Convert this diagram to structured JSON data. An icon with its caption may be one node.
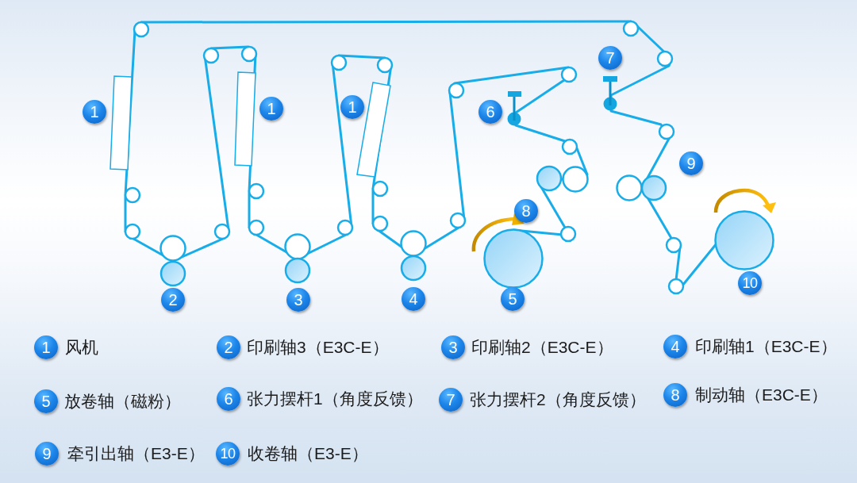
{
  "diagram": {
    "nodes": [
      {
        "text": [
          "1"
        ]
      },
      {
        "text": [
          "2"
        ]
      },
      {
        "text": [
          "1"
        ]
      },
      {
        "text": [
          "3"
        ]
      },
      {
        "text": [
          "1"
        ]
      },
      {
        "text": [
          "4"
        ]
      },
      {
        "text": [
          "6"
        ]
      },
      {
        "text": [
          "5"
        ]
      },
      {
        "text": [
          "8"
        ]
      },
      {
        "text": [
          "7"
        ]
      },
      {
        "text": [
          "9"
        ]
      },
      {
        "text": [
          "10"
        ]
      },
      {
        "text": [
          "1"
        ],
        "beside": [
          "风机"
        ]
      },
      {
        "text": [
          "2"
        ],
        "beside": [
          "印刷轴3（E3C-E）"
        ]
      },
      {
        "text": [
          "3"
        ],
        "beside": [
          "印刷轴2（E3C-E）"
        ]
      },
      {
        "text": [
          "4"
        ],
        "beside": [
          "印刷轴1（E3C-E）"
        ]
      },
      {
        "text": [
          "5"
        ],
        "beside": [
          "放卷轴（磁粉）"
        ]
      },
      {
        "text": [
          "6"
        ],
        "beside": [
          "张力摆杆1（角度反馈）"
        ]
      },
      {
        "text": [
          "7"
        ],
        "beside": [
          "张力摆杆2（角度反馈）"
        ]
      },
      {
        "text": [
          "8"
        ],
        "beside": [
          "制动轴（E3C-E）"
        ]
      },
      {
        "text": [
          "9"
        ],
        "beside": [
          "牵引出轴（E3-E）"
        ]
      },
      {
        "text": [
          "10"
        ],
        "beside": [
          "收卷轴（E3-E）"
        ]
      }
    ]
  }
}
